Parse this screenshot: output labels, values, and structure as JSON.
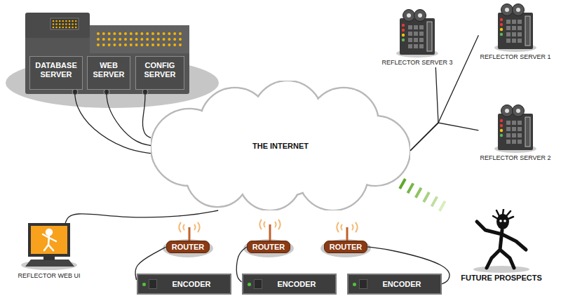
{
  "diagram": {
    "nodes": [
      {
        "text": [
          "DATABASE SERVER"
        ]
      },
      {
        "text": [
          "WEB SERVER"
        ]
      },
      {
        "text": [
          "CONFIG SERVER"
        ]
      },
      {
        "text": [
          "REFLECTOR SERVER 3"
        ]
      },
      {
        "text": [
          "REFLECTOR SERVER 1"
        ]
      },
      {
        "text": [
          "THE INTERNET"
        ]
      },
      {
        "text": [
          "REFLECTOR SERVER 2"
        ]
      },
      {
        "text": [
          "ROUTER"
        ]
      },
      {
        "text": [
          "ROUTER"
        ]
      },
      {
        "text": [
          "ROUTER"
        ]
      },
      {
        "text": [
          "REFLECTOR WEB UI"
        ]
      },
      {
        "text": [
          "FUTURE PROSPECTS"
        ]
      },
      {
        "text": [
          "ENCODER"
        ]
      },
      {
        "text": [
          "ENCODER"
        ]
      },
      {
        "text": [
          "ENCODER"
        ]
      }
    ],
    "edges": [
      {
        "from": 0,
        "to": 5,
        "arrow": "none"
      },
      {
        "from": 1,
        "to": 5,
        "arrow": "none"
      },
      {
        "from": 2,
        "to": 5,
        "arrow": "none"
      },
      {
        "from": 5,
        "to": 3,
        "arrow": "none"
      },
      {
        "from": 5,
        "to": 4,
        "arrow": "none"
      },
      {
        "from": 5,
        "to": 6,
        "arrow": "none"
      },
      {
        "from": 10,
        "to": 5,
        "arrow": "none"
      },
      {
        "from": 7,
        "to": 12,
        "arrow": "none"
      },
      {
        "from": 8,
        "to": 13,
        "arrow": "none"
      },
      {
        "from": 9,
        "to": 14,
        "arrow": "none"
      }
    ]
  }
}
